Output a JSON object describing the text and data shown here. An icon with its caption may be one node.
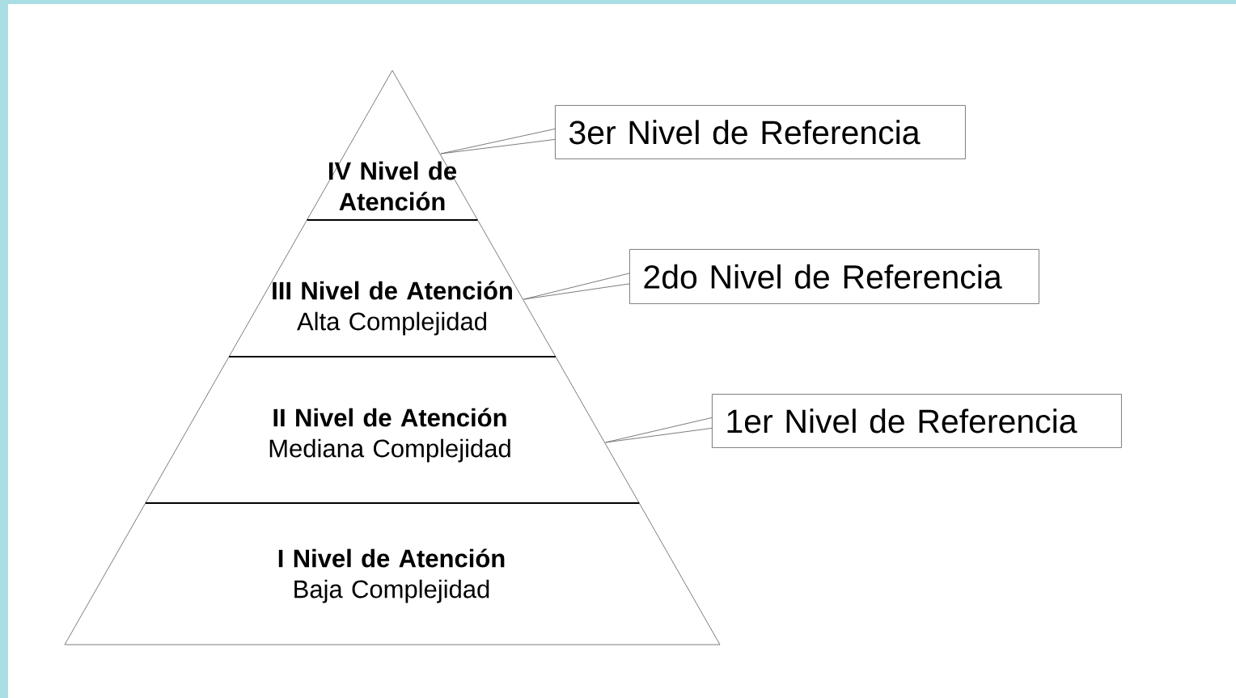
{
  "diagram": {
    "nodes": [
      {
        "text": [
          "IV Nivel de Atención"
        ]
      },
      {
        "text": [
          "III Nivel de Atención",
          "Alta Complejidad"
        ]
      },
      {
        "text": [
          "II Nivel de Atención",
          "Mediana Complejidad"
        ]
      },
      {
        "text": [
          "I Nivel de Atención",
          "Baja Complejidad"
        ]
      },
      {
        "text": [
          "3er Nivel de Referencia"
        ]
      },
      {
        "text": [
          "2do Nivel de Referencia"
        ]
      },
      {
        "text": [
          "1er Nivel de Referencia"
        ]
      }
    ],
    "edges": [
      {
        "from": 4,
        "to": 0,
        "arrow": "none"
      },
      {
        "from": 5,
        "to": 1,
        "arrow": "none"
      },
      {
        "from": 6,
        "to": 2,
        "arrow": "none"
      }
    ]
  }
}
